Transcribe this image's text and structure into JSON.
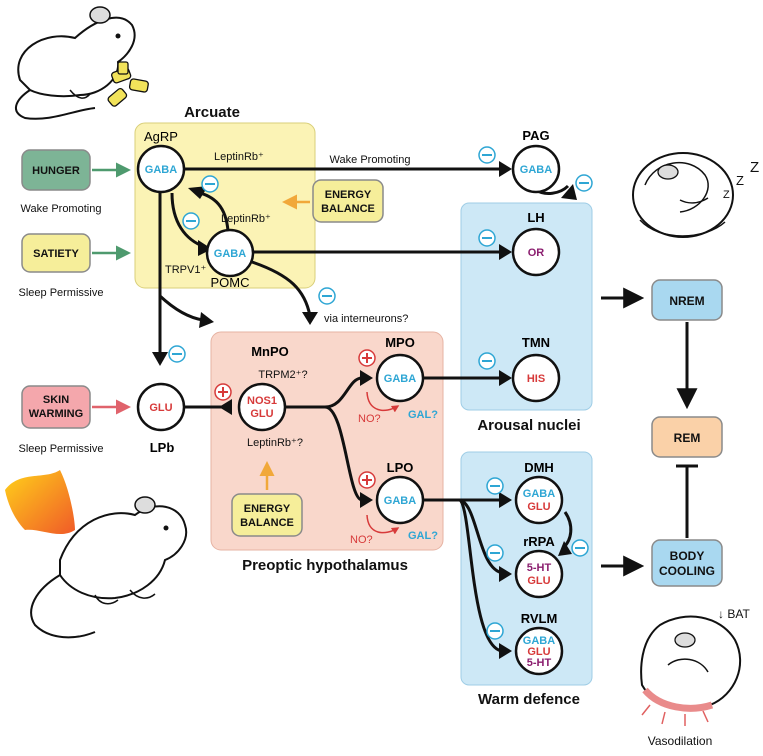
{
  "regions": {
    "arcuate": "Arcuate",
    "preoptic": "Preoptic hypothalamus",
    "arousal": "Arousal nuclei",
    "warm": "Warm defence",
    "mnpo": "MnPO",
    "lpb": "LPb",
    "pag": "PAG",
    "lh": "LH",
    "tmn": "TMN",
    "mpo": "MPO",
    "lpo": "LPO",
    "dmh": "DMH",
    "rrpa": "rRPA",
    "rvlm": "RVLM",
    "agrp": "AgRP",
    "pomc": "POMC"
  },
  "inputs": {
    "hunger": "HUNGER",
    "satiety": "SATIETY",
    "skin1": "SKIN",
    "skin2": "WARMING",
    "wake_promoting": "Wake Promoting",
    "sleep_permissive_1": "Sleep Permissive",
    "sleep_permissive_2": "Sleep Permissive",
    "energy1_a": "ENERGY",
    "energy1_b": "BALANCE",
    "energy2_a": "ENERGY",
    "energy2_b": "BALANCE"
  },
  "neurons": {
    "agrp": "GABA",
    "pomc": "GABA",
    "pag": "GABA",
    "lh": "OR",
    "tmn": "HIS",
    "lpb": "GLU",
    "mnpo_1": "NOS1",
    "mnpo_2": "GLU",
    "mpo": "GABA",
    "lpo": "GABA",
    "dmh_1": "GABA",
    "dmh_2": "GLU",
    "rrpa_1": "5-HT",
    "rrpa_2": "GLU",
    "rvlm_1": "GABA",
    "rvlm_2": "GLU",
    "rvlm_3": "5-HT"
  },
  "labels": {
    "leptin1": "LeptinRb⁺",
    "leptin2": "LeptinRb⁺",
    "trpv1": "TRPV1⁺",
    "wake_line": "Wake Promoting",
    "via": "via interneurons?",
    "trpm2": "TRPM2⁺?",
    "leptin3": "LeptinRb⁺?",
    "no1": "NO?",
    "gal1": "GAL?",
    "no2": "NO?",
    "gal2": "GAL?",
    "bat": "↓ BAT",
    "vasodilation": "Vasodilation",
    "zzz1": "Z",
    "zzz2": "Z",
    "zzz3": "Z"
  },
  "states": {
    "nrem": "NREM",
    "rem": "REM",
    "cooling1": "BODY",
    "cooling2": "COOLING"
  },
  "signs": {
    "minus": "−",
    "plus": "+"
  },
  "colors": {
    "arcuate_bg": "#fbf3b5",
    "preoptic_bg": "#f9d7cb",
    "arousal_bg": "#cde8f6",
    "warm_bg": "#cde8f6",
    "hunger_bg": "#7db496",
    "satiety_bg": "#f6ee9a",
    "skin_bg": "#f4a7ac",
    "energy_bg": "#f6ee9a",
    "nrem_bg": "#a9d8f0",
    "rem_bg": "#fad1a8",
    "cooling_bg": "#a9d8f0",
    "gaba": "#2ea6d4",
    "glu": "#d73a3a",
    "orexin": "#8b1e6f",
    "inhibition": "#2ea6d4",
    "excitation": "#d73a3a",
    "hunger_arrow": "#4e9a6e",
    "energy_arrow": "#f1a83a",
    "skin_arrow": "#e0636c"
  }
}
